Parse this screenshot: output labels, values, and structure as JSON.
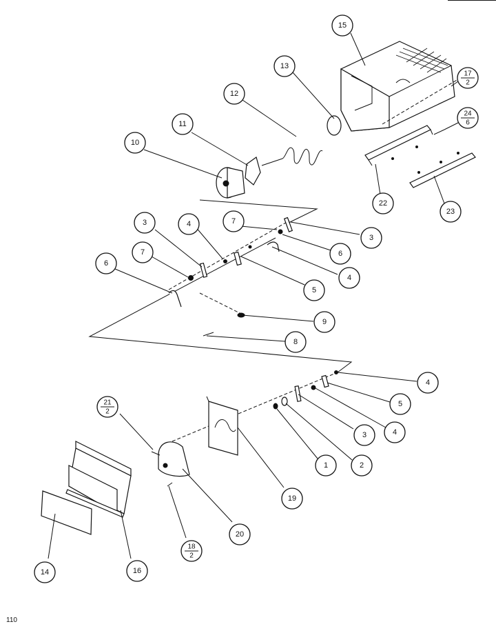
{
  "page_code": "110",
  "callouts": {
    "c1": "1",
    "c2": "2",
    "c3": "3",
    "c4": "4",
    "c5": "5",
    "c6": "6",
    "c7": "7",
    "c8": "8",
    "c9": "9",
    "c10": "10",
    "c11": "11",
    "c12": "12",
    "c13": "13",
    "c14": "14",
    "c15": "15",
    "c16": "16",
    "c19": "19",
    "c20": "20",
    "c22": "22",
    "c23": "23",
    "f17": {
      "top": "17",
      "bottom": "2"
    },
    "f18": {
      "top": "18",
      "bottom": "2"
    },
    "f21": {
      "top": "21",
      "bottom": "2"
    },
    "f24": {
      "top": "24",
      "bottom": "6"
    }
  }
}
